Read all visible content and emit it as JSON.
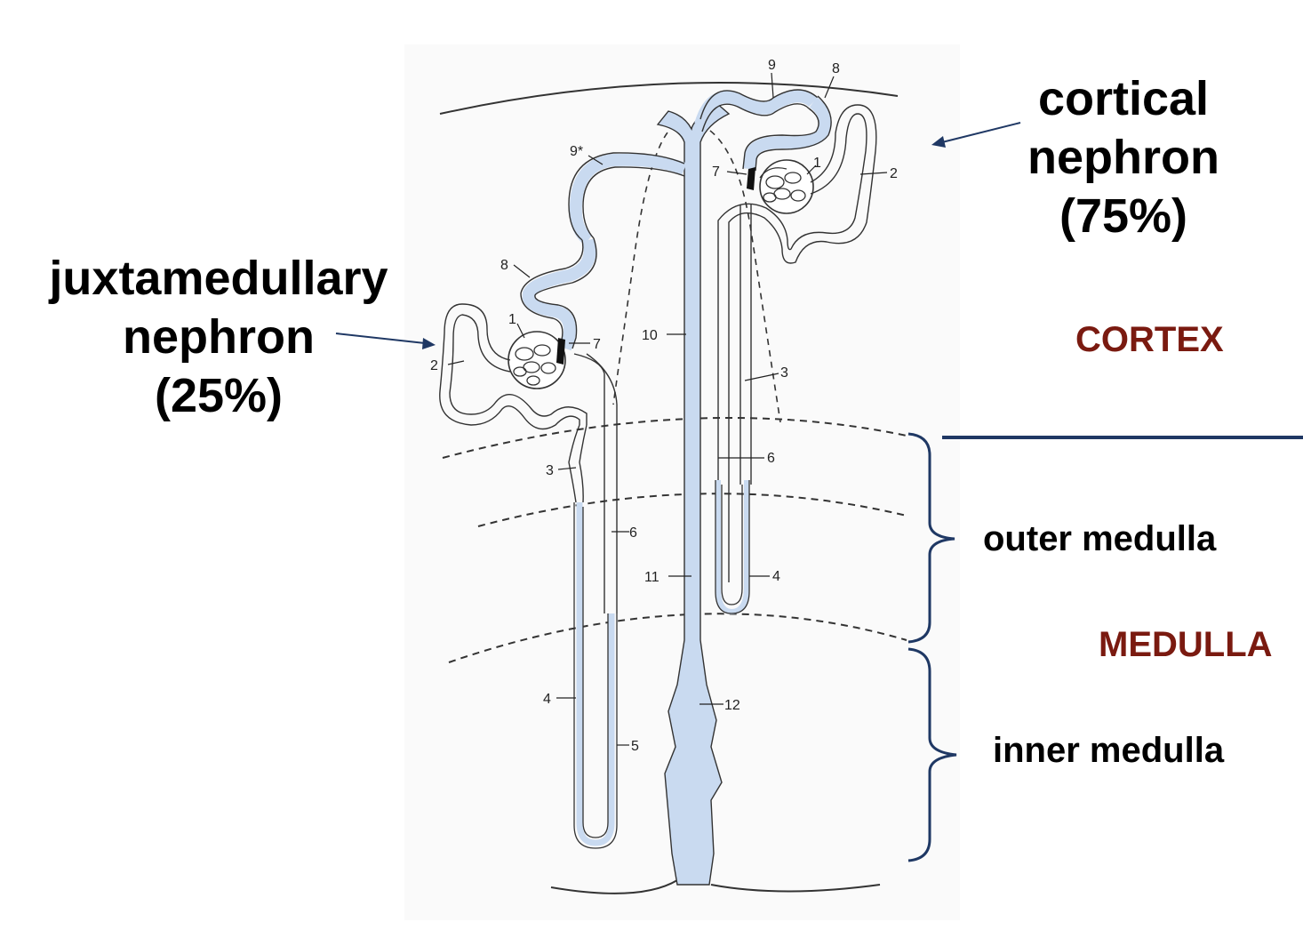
{
  "labels": {
    "juxta": {
      "line1": "juxtamedullary",
      "line2": "nephron",
      "line3": "(25%)"
    },
    "cortical": {
      "line1": "cortical",
      "line2": "nephron",
      "line3": "(75%)"
    }
  },
  "regions": {
    "cortex": "CORTEX",
    "medulla": "MEDULLA",
    "outer_medulla": "outer medulla",
    "inner_medulla": "inner medulla"
  },
  "segment_numbers": {
    "cortical_glomerulus": "1",
    "cortical_proximal_convoluted": "2",
    "cortical_proximal_straight": "3",
    "cortical_thin_limb": "4",
    "cortical_thick_ascending": "6",
    "cortical_macula_densa": "7",
    "cortical_distal_convoluted": "8",
    "cortical_connecting_tubule": "9",
    "juxta_connecting_tubule": "9*",
    "cortical_collecting_duct": "10",
    "outer_medullary_collecting_duct": "11",
    "inner_medullary_collecting_duct": "12",
    "juxta_glomerulus": "1",
    "juxta_proximal_convoluted": "2",
    "juxta_proximal_straight": "3",
    "juxta_thin_descending": "4",
    "juxta_thin_ascending": "5",
    "juxta_thick_ascending": "6",
    "juxta_macula_densa": "7",
    "juxta_distal_convoluted": "8"
  },
  "colors": {
    "region_label": "#7a1a10",
    "arrow": "#1f3864",
    "divider": "#1f3864",
    "brace": "#1f3864",
    "tubule_fill": "#c9daf0"
  }
}
